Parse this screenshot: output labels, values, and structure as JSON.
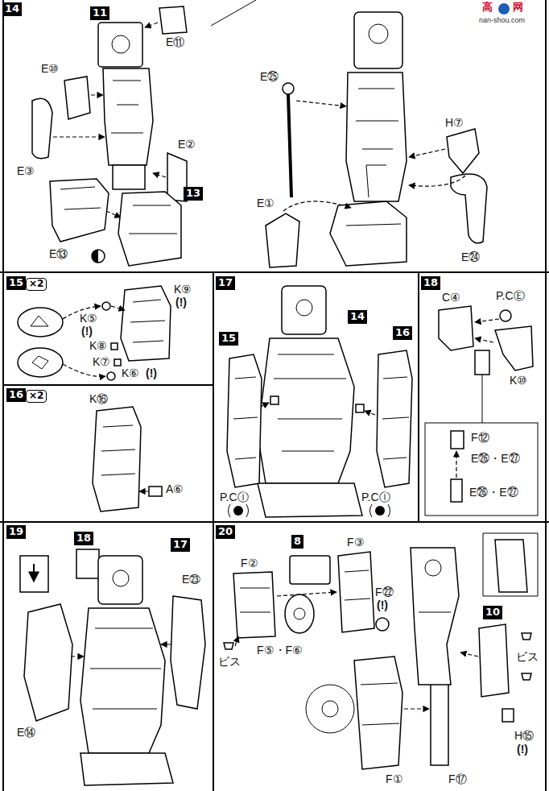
{
  "diagram": {
    "nodes": [
      {
        "text": [
          "14"
        ]
      },
      {
        "text": [
          "11"
        ]
      },
      {
        "text": [
          "13"
        ]
      },
      {
        "text": [
          "15"
        ]
      },
      {
        "text": [
          "×2"
        ]
      },
      {
        "text": [
          "17"
        ]
      },
      {
        "text": [
          "14"
        ]
      },
      {
        "text": [
          "18"
        ]
      },
      {
        "text": [
          "16"
        ]
      },
      {
        "text": [
          "×2"
        ]
      },
      {
        "text": [
          "15"
        ]
      },
      {
        "text": [
          "16"
        ]
      },
      {
        "text": [
          "19"
        ]
      },
      {
        "text": [
          "18"
        ]
      },
      {
        "text": [
          "17"
        ]
      },
      {
        "text": [
          "20"
        ]
      },
      {
        "text": [
          "8"
        ]
      },
      {
        "text": [
          "10"
        ]
      }
    ],
    "labels": [
      "高",
      "网",
      "nan-shou.com",
      "E⑪",
      "E⑩",
      "E②",
      "E③",
      "E⑬",
      "E㉕",
      "H⑦",
      "E①",
      "E㉔",
      "K⑤",
      "(!)",
      "K⑨",
      "(!)",
      "K⑧",
      "K⑦",
      "K⑥",
      "(!)",
      "K⑯",
      "A⑥",
      "P.CⒾ",
      "P.CⒾ",
      "C④",
      "P.CⒺ",
      "K⑩",
      "F⑫",
      "E㉖・E㉗",
      "E㉖・E㉗",
      "E㉓",
      "E⑭",
      "F③",
      "F②",
      "F㉒",
      "(!)",
      "ビス",
      "F⑤・F⑥",
      "F①",
      "F⑰",
      "ビス",
      "H⑮",
      "(!)"
    ]
  }
}
